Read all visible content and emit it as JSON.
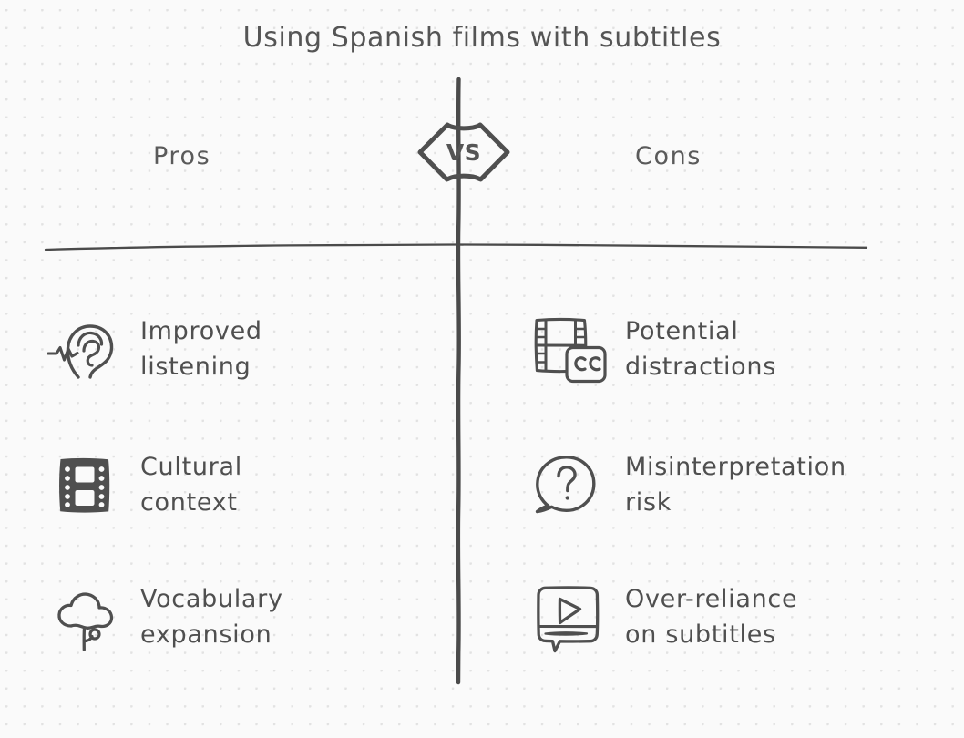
{
  "title": "Using Spanish films with subtitles",
  "center_badge": {
    "label": "VS",
    "icon": "vs-hexagon-arrows-icon"
  },
  "columns": {
    "pros": {
      "header": "Pros",
      "items": [
        {
          "icon": "ear-listening-icon",
          "label": "Improved\nlistening"
        },
        {
          "icon": "film-strip-icon",
          "label": "Cultural\ncontext"
        },
        {
          "icon": "cloud-sprout-icon",
          "label": "Vocabulary\nexpansion"
        }
      ]
    },
    "cons": {
      "header": "Cons",
      "items": [
        {
          "icon": "film-closed-caption-icon",
          "label": "Potential\ndistractions"
        },
        {
          "icon": "question-speech-bubble-icon",
          "label": "Misinterpretation\nrisk"
        },
        {
          "icon": "video-play-subtitle-icon",
          "label": "Over-reliance\non subtitles"
        }
      ]
    }
  },
  "colors": {
    "background": "#fafafa",
    "dot_grid": "#e2e2e2",
    "ink": "#4f4f4f",
    "title_ink": "#555555"
  }
}
